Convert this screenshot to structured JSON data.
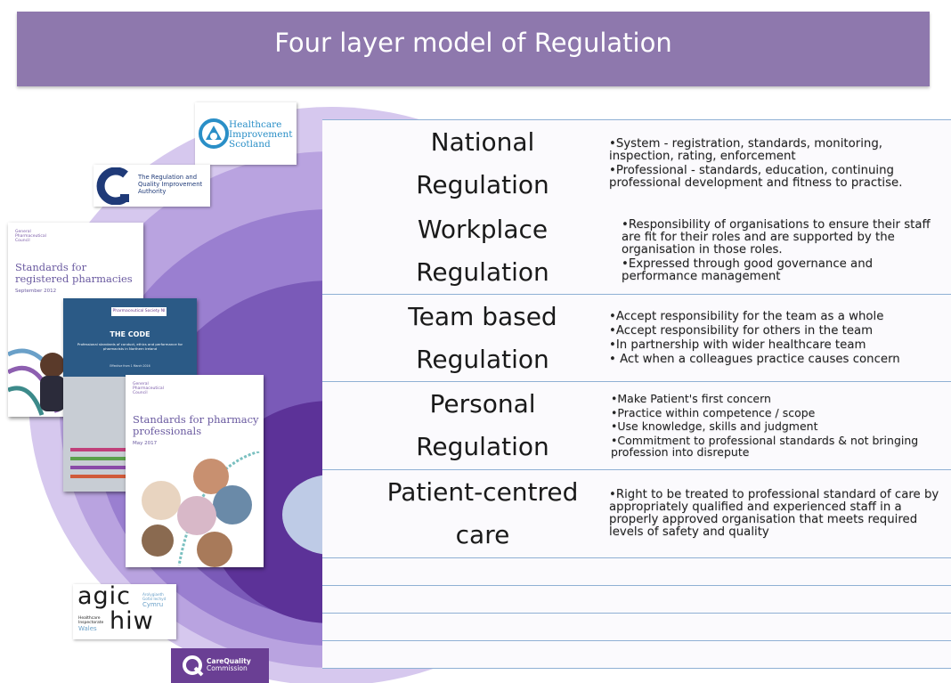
{
  "title": "Four layer model of Regulation",
  "layers": [
    {
      "title_line1": "National",
      "title_line2": "Regulation",
      "bullets": [
        "•System - registration, standards, monitoring, inspection, rating, enforcement",
        "•Professional - standards, education, continuing professional development and fitness to practise."
      ]
    },
    {
      "title_line1": "Workplace",
      "title_line2": "Regulation",
      "bullets": [
        "•Responsibility of organisations to ensure their staff are fit for their roles and are supported by the organisation in those roles.",
        "•Expressed through good governance and performance management"
      ]
    },
    {
      "title_line1": "Team based",
      "title_line2": "Regulation",
      "bullets": [
        "•Accept responsibility for the team as a whole",
        "•Accept responsibility for others in the team",
        "•In partnership with wider healthcare team",
        "• Act when a colleagues practice causes concern"
      ]
    },
    {
      "title_line1": "Personal",
      "title_line2": "Regulation",
      "bullets": [
        "•Make Patient's first concern",
        "•Practice within competence / scope",
        "•Use knowledge, skills and judgment",
        "•Commitment to professional standards & not bringing profession into disrepute"
      ]
    },
    {
      "title_line1": "Patient-centred",
      "title_line2": "care",
      "bullets": [
        "•Right to be treated to professional standard of care by appropriately qualified and experienced staff in a properly approved organisation that meets required levels of safety and quality"
      ]
    }
  ],
  "logos": {
    "his_line1": "Healthcare",
    "his_line2": "Improvement",
    "his_line3": "Scotland",
    "rqia_line1": "The Regulation and",
    "rqia_line2": "Quality Improvement",
    "rqia_line3": "Authority",
    "hiw_main": "agic",
    "hiw_main2": "hiw",
    "hiw_welsh1": "Arolygiaeth",
    "hiw_welsh2": "Gofal Iechyd",
    "hiw_welsh3": "Cymru",
    "hiw_en1": "Healthcare",
    "hiw_en2": "Inspectorate",
    "hiw_en3": "Wales",
    "cqc_line1": "CareQuality",
    "cqc_line2": "Commission"
  },
  "documents": {
    "doc1_org": "General Pharmaceutical Council",
    "doc1_title": "Standards for registered pharmacies",
    "doc1_date": "September 2012",
    "doc2_brand": "Pharmaceutical Society NI",
    "doc2_title": "THE CODE",
    "doc2_sub": "Professional standards of conduct, ethics and performance for pharmacists in Northern Ireland",
    "doc2_date": "Effective from 1 March 2016",
    "doc3_org": "General Pharmaceutical Council",
    "doc3_title": "Standards for pharmacy professionals",
    "doc3_date": "May 2017"
  },
  "colors": {
    "banner": "#8e78ad",
    "row_border": "#8fb0d4",
    "arc_outer": "#d3c3ea",
    "arc_inner": "#5a2d97"
  }
}
